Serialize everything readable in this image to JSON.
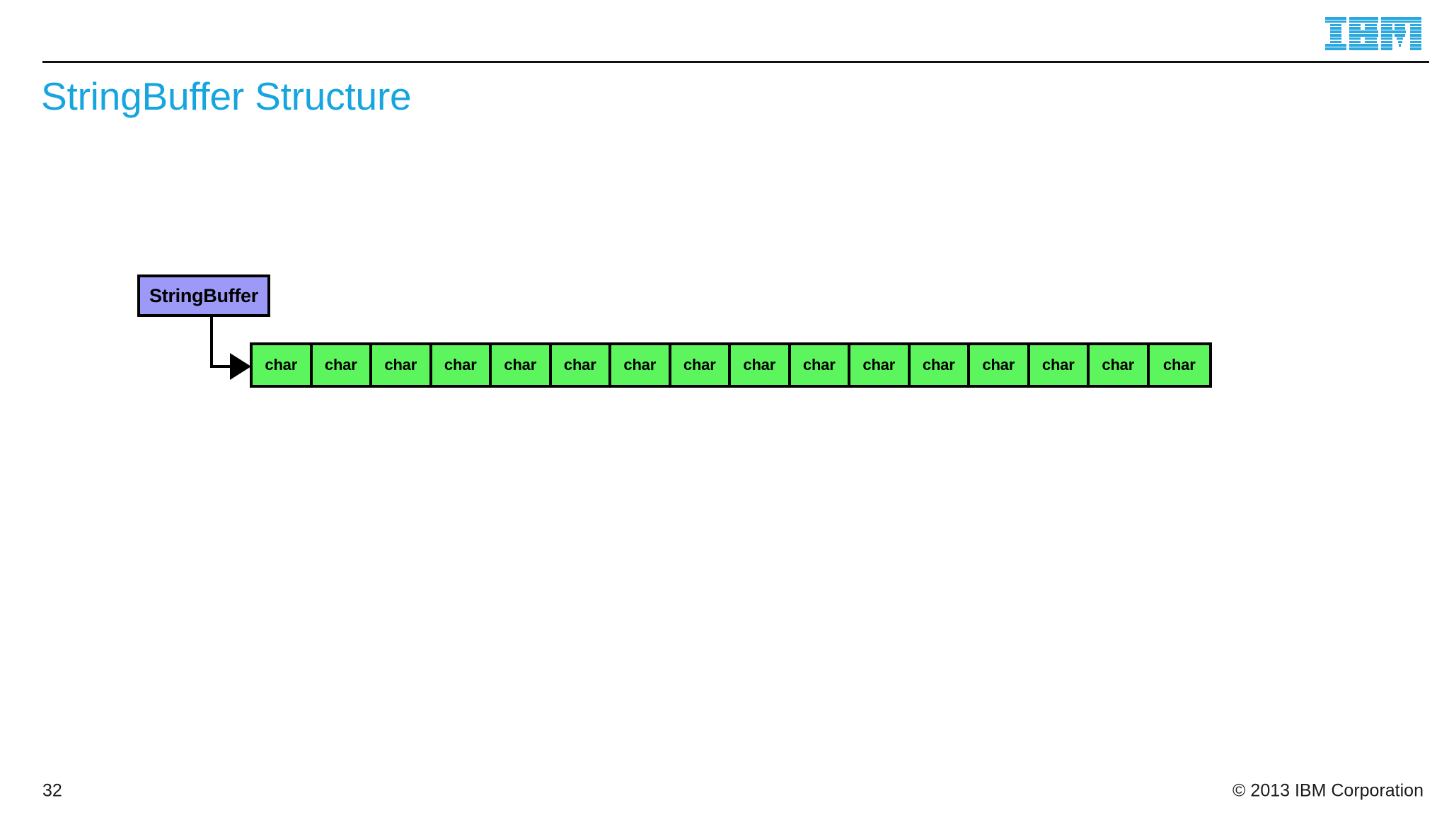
{
  "slide": {
    "title": "StringBuffer Structure",
    "title_color": "#16A5DF",
    "background_color": "#FFFFFF",
    "rule_color": "#111111"
  },
  "branding": {
    "logo_name": "ibm-logo",
    "logo_alt": "IBM",
    "logo_color": "#2AA8E0"
  },
  "diagram": {
    "reference_box": {
      "label": "StringBuffer",
      "fill_color": "#9D9AF7",
      "border_color": "#000000"
    },
    "connector": {
      "name": "elbow-arrow",
      "color": "#000000"
    },
    "char_array": {
      "cell_label": "char",
      "cell_count": 16,
      "fill_color": "#5DF55D",
      "border_color": "#000000",
      "cells": [
        "char",
        "char",
        "char",
        "char",
        "char",
        "char",
        "char",
        "char",
        "char",
        "char",
        "char",
        "char",
        "char",
        "char",
        "char",
        "char"
      ]
    }
  },
  "footer": {
    "page_number": "32",
    "copyright": "© 2013 IBM Corporation"
  }
}
